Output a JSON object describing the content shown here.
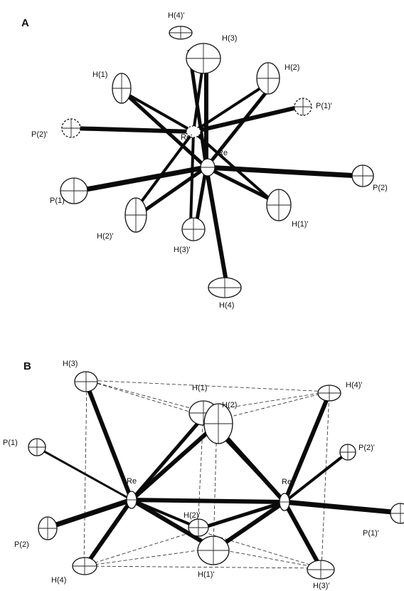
{
  "panel_a": {
    "label": "A",
    "center": "Re",
    "center_prime": "Re'",
    "atoms": [
      "H(4)'",
      "H(3)",
      "H(1)",
      "H(2)",
      "P(2)'",
      "P(1)'",
      "P(1)",
      "P(2)",
      "H(2)'",
      "H(3)'",
      "H(1)'",
      "H(4)"
    ]
  },
  "panel_b": {
    "label": "B",
    "metal_1": "Re",
    "metal_2": "Re'",
    "atoms": [
      "H(3)",
      "H(1)",
      "H(4)'",
      "H(2)",
      "P(1)",
      "P(2)'",
      "P(2)",
      "H(2)'",
      "P(1)'",
      "H(4)",
      "H(1)'",
      "H(3)'"
    ]
  }
}
